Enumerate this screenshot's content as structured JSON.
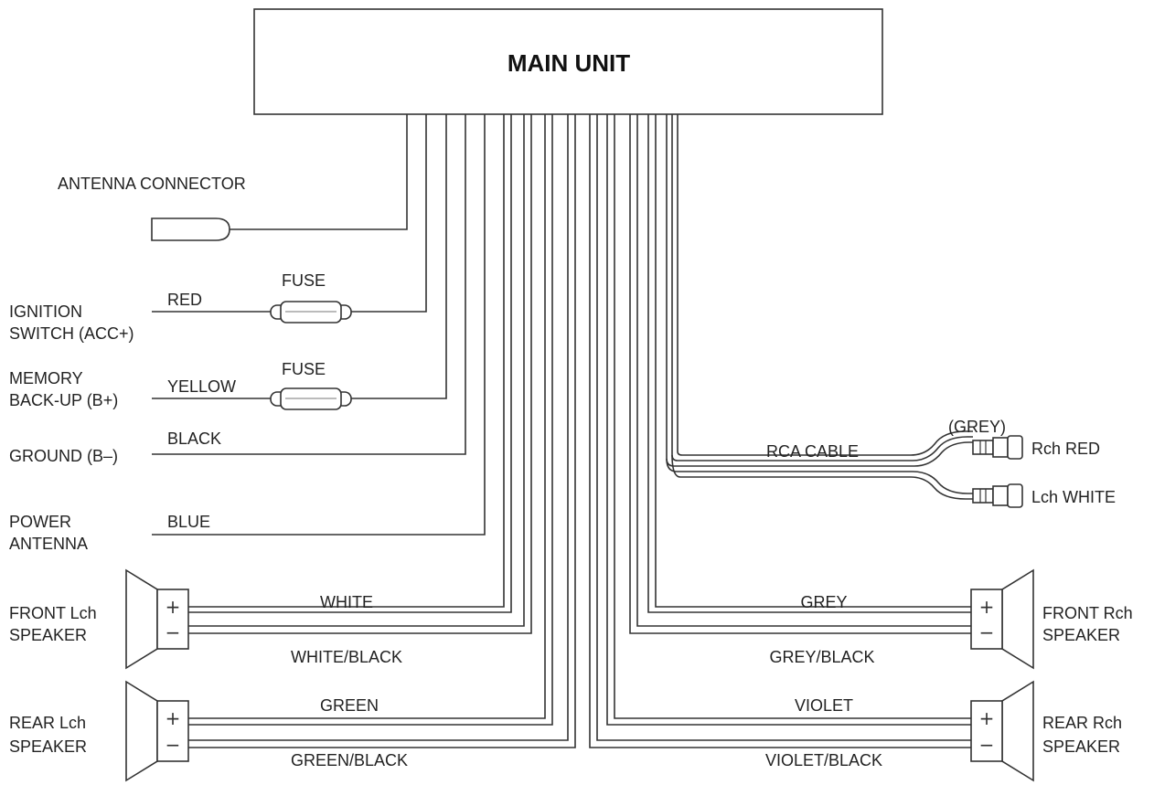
{
  "main_unit": {
    "label": "MAIN UNIT"
  },
  "antenna": {
    "label": "ANTENNA CONNECTOR"
  },
  "ignition": {
    "label_line1": "IGNITION",
    "label_line2": "SWITCH (ACC+)",
    "wire": "RED",
    "fuse": "FUSE"
  },
  "memory": {
    "label_line1": "MEMORY",
    "label_line2": "BACK-UP (B+)",
    "wire": "YELLOW",
    "fuse": "FUSE"
  },
  "ground": {
    "label": "GROUND (B–)",
    "wire": "BLACK"
  },
  "power_antenna": {
    "label_line1": "POWER",
    "label_line2": "ANTENNA",
    "wire": "BLUE"
  },
  "rca": {
    "label": "RCA CABLE",
    "plug_color": "(GREY)",
    "right": "Rch RED",
    "left": "Lch WHITE"
  },
  "front_left": {
    "label_line1": "FRONT Lch",
    "label_line2": "SPEAKER",
    "plus_wire": "WHITE",
    "minus_wire": "WHITE/BLACK"
  },
  "rear_left": {
    "label_line1": "REAR Lch",
    "label_line2": "SPEAKER",
    "plus_wire": "GREEN",
    "minus_wire": "GREEN/BLACK"
  },
  "front_right": {
    "label_line1": "FRONT Rch",
    "label_line2": "SPEAKER",
    "plus_wire": "GREY",
    "minus_wire": "GREY/BLACK"
  },
  "rear_right": {
    "label_line1": "REAR Rch",
    "label_line2": "SPEAKER",
    "plus_wire": "VIOLET",
    "minus_wire": "VIOLET/BLACK"
  },
  "terminals": {
    "plus": "+",
    "minus": "−"
  }
}
